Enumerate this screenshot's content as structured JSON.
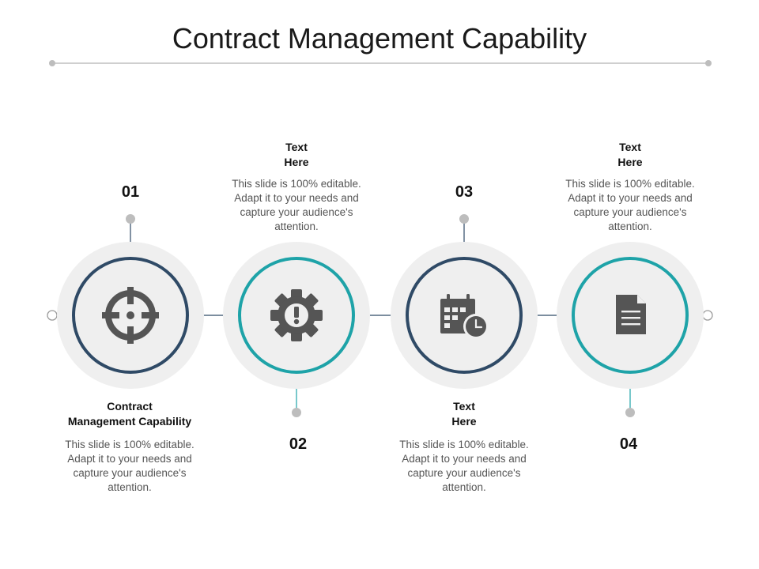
{
  "title": "Contract Management Capability",
  "colors": {
    "dark_ring": "#2f4a66",
    "teal_ring": "#1ea3a8",
    "halo": "#efefef",
    "icon": "#555555",
    "connector": "#bdbdbd"
  },
  "steps": [
    {
      "number": "01",
      "heading_line1": "Contract",
      "heading_line2": "Management Capability",
      "body": "This slide is 100% editable. Adapt it to your needs and capture your audience's attention.",
      "icon": "crosshair-icon",
      "ring": "dark"
    },
    {
      "number": "02",
      "heading_line1": "Text",
      "heading_line2": "Here",
      "body": "This slide is 100% editable. Adapt it to your needs and capture your audience's attention.",
      "icon": "gear-alert-icon",
      "ring": "teal"
    },
    {
      "number": "03",
      "heading_line1": "Text",
      "heading_line2": "Here",
      "body": "This slide is 100% editable. Adapt it to your needs and capture your audience's attention.",
      "icon": "calendar-clock-icon",
      "ring": "dark"
    },
    {
      "number": "04",
      "heading_line1": "Text",
      "heading_line2": "Here",
      "body": "This slide is 100% editable. Adapt it to your needs and capture your audience's attention.",
      "icon": "document-icon",
      "ring": "teal"
    }
  ]
}
